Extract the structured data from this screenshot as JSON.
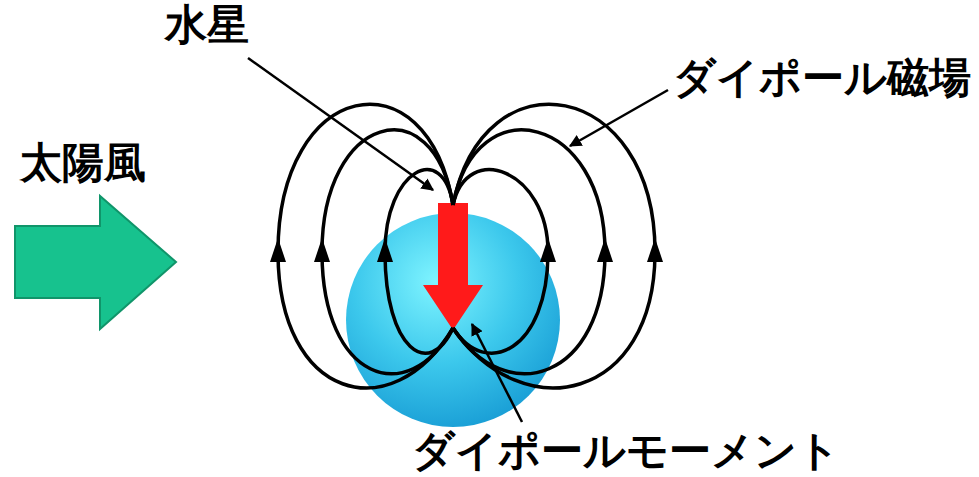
{
  "diagram": {
    "labels": [
      "太陽風",
      "水星",
      "ダイポール磁場",
      "ダイポールモーメント"
    ]
  }
}
